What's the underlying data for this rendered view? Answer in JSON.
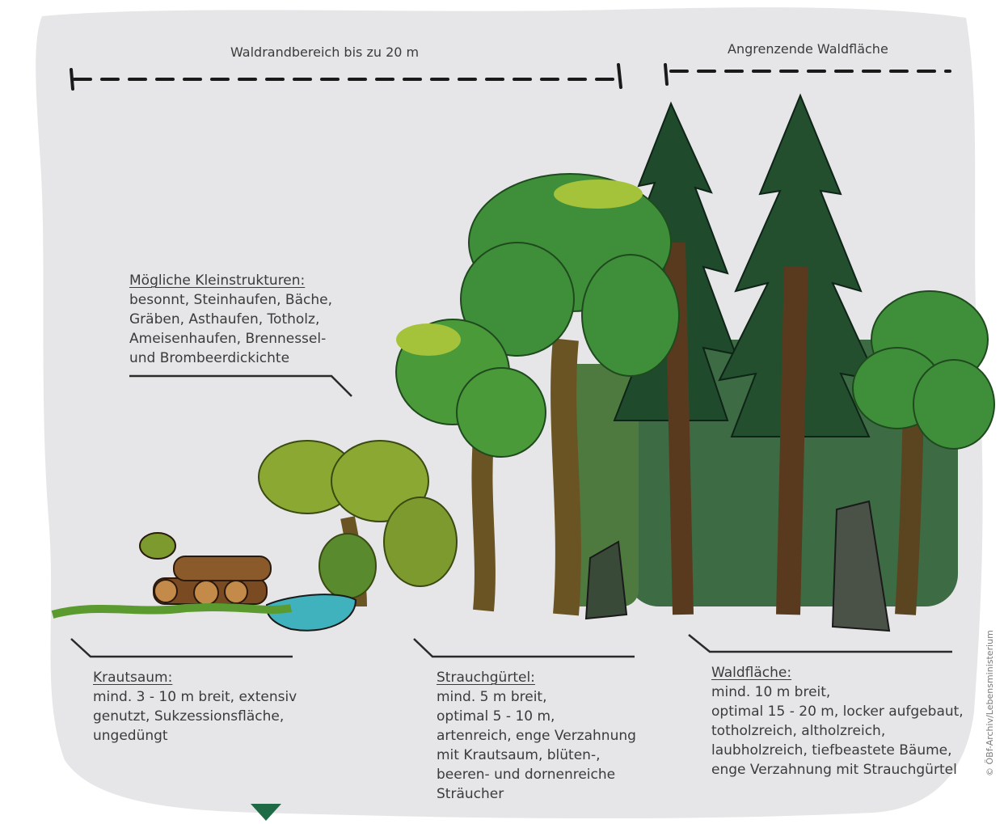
{
  "header": {
    "edge_zone": "Waldrandbereich bis zu 20 m",
    "adjacent_forest": "Angrenzende Waldfläche"
  },
  "small_structures": {
    "title": "Mögliche Kleinstrukturen:",
    "lines": [
      "besonnt, Steinhaufen, Bäche,",
      "Gräben, Asthaufen, Totholz,",
      "Ameisenhaufen, Brennessel-",
      "und Brombeerdickichte"
    ]
  },
  "herb_fringe": {
    "title": "Krautsaum:",
    "lines": [
      "mind. 3 - 10 m breit, extensiv",
      "genutzt, Sukzessionsfläche,",
      "ungedüngt"
    ]
  },
  "shrub_belt": {
    "title": "Strauchgürtel:",
    "lines": [
      "mind. 5 m breit,",
      "optimal 5 - 10 m,",
      "artenreich, enge Verzahnung",
      "mit Krautsaum, blüten-,",
      "beeren- und dornenreiche",
      "Sträucher"
    ]
  },
  "forest_area": {
    "title": "Waldfläche:",
    "lines": [
      "mind. 10 m breit,",
      "optimal 15 - 20 m, locker aufgebaut,",
      "totholzreich, altholzreich,",
      "laubholzreich, tiefbeastete Bäume,",
      "enge Verzahnung mit Strauchgürtel"
    ]
  },
  "credit": "© ÖBf-Archiv/Lebensministerium",
  "colors": {
    "background_blob": "#e6e6e8",
    "dark_green": "#1f4a2c",
    "forest_shade": "#3d6b44",
    "crown_green": "#3f8f3a",
    "crown_light": "#a4c23a",
    "shrub_olive": "#7d9a2e",
    "trunk_brown": "#5a4520",
    "water": "#3fb2bd",
    "marker": "#1f6b45"
  },
  "icons": [
    "dimension-line-icon",
    "tree-icon",
    "conifer-icon",
    "log-pile-icon",
    "pond-icon",
    "stump-icon",
    "triangle-marker-icon"
  ]
}
